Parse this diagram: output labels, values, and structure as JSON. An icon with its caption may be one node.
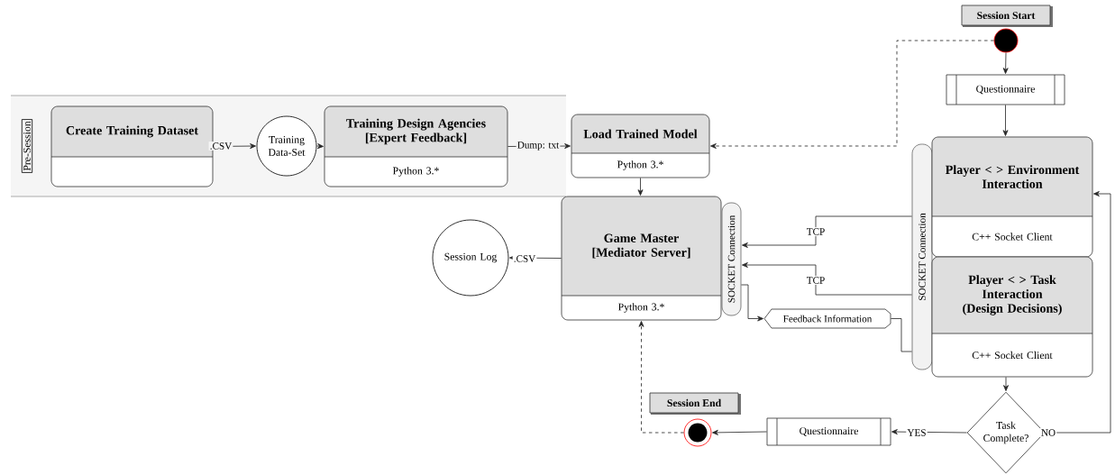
{
  "diagram": {
    "nodes": [
      {
        "text": [
          "Pre-Session"
        ]
      },
      {
        "text": [
          "Create Training Dataset"
        ],
        "in": 0
      },
      {
        "text": [
          "Training Data-Set"
        ],
        "in": 0
      },
      {
        "text": [
          "Training Design Agencies [Expert Feedback]",
          "Python 3.*"
        ],
        "in": 0
      },
      {
        "text": [
          "Load Trained Model",
          "Python 3.*"
        ]
      },
      {
        "text": [
          "Game Master [Mediator Server]",
          "Python 3.*"
        ]
      },
      {
        "text": [
          "SOCKET Connection"
        ]
      },
      {
        "text": [
          "Session Log"
        ]
      },
      {
        "text": [
          "Feedback Information"
        ]
      },
      {
        "text": [
          "SOCKET Connection"
        ]
      },
      {
        "text": [
          "Player < > Environment Interaction",
          "C++ Socket Client"
        ]
      },
      {
        "text": [
          "Player < > Task Interaction (Design Decisions)",
          "C++ Socket Client"
        ]
      },
      {
        "text": [],
        "shape": "circle",
        "beside": [
          "Session Start"
        ]
      },
      {
        "text": [
          "Questionnaire"
        ]
      },
      {
        "text": [
          "Task Complete?"
        ]
      },
      {
        "text": [
          "Questionnaire"
        ]
      },
      {
        "text": [],
        "shape": "circle",
        "beside": [
          "Session End"
        ]
      }
    ],
    "edges": [
      {
        "from": 1,
        "to": 2,
        "arrow": "to",
        "label": ".CSV"
      },
      {
        "from": 2,
        "to": 3,
        "arrow": "to"
      },
      {
        "from": 3,
        "to": 4,
        "arrow": "to",
        "label": "Dump: txt"
      },
      {
        "from": 12,
        "to": 4,
        "arrow": "to",
        "style": "dashed"
      },
      {
        "from": 12,
        "to": 13,
        "arrow": "to"
      },
      {
        "from": 13,
        "to": 10,
        "arrow": "to"
      },
      {
        "from": 4,
        "to": 5,
        "arrow": "to"
      },
      {
        "from": 5,
        "to": 7,
        "arrow": "to",
        "label": ".CSV"
      },
      {
        "from": 9,
        "to": 6,
        "arrow": "to",
        "label": "TCP"
      },
      {
        "from": 9,
        "to": 6,
        "arrow": "to",
        "label": "TCP"
      },
      {
        "from": 6,
        "to": 8,
        "arrow": "to"
      },
      {
        "from": 8,
        "to": 9,
        "arrow": "none"
      },
      {
        "from": 11,
        "to": 14,
        "arrow": "to"
      },
      {
        "from": 14,
        "to": 15,
        "arrow": "to",
        "label": "YES"
      },
      {
        "from": 15,
        "to": 16,
        "arrow": "to"
      },
      {
        "from": 16,
        "to": 5,
        "arrow": "to",
        "style": "dashed"
      },
      {
        "from": 14,
        "to": 10,
        "arrow": "to",
        "label": "NO"
      }
    ]
  }
}
